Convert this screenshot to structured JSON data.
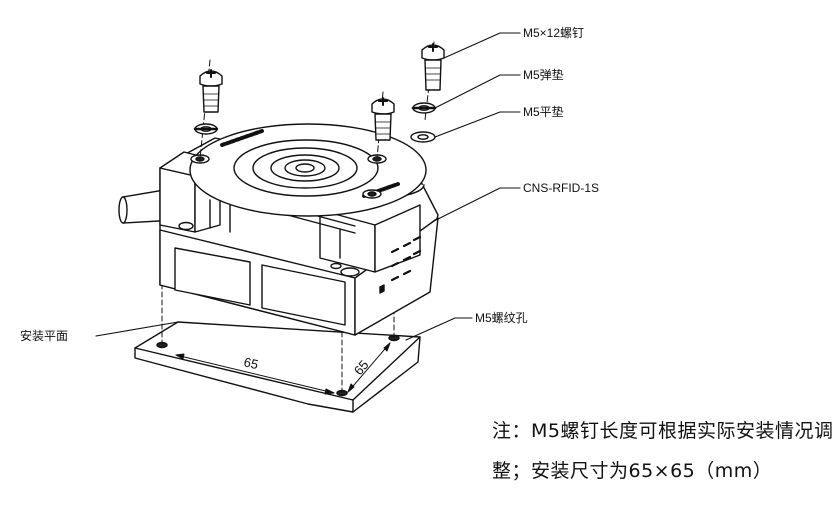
{
  "labels": {
    "screw": "M5×12螺钉",
    "spring_washer": "M5弹垫",
    "flat_washer": "M5平垫",
    "model": "CNS-RFID-1S",
    "threaded_hole": "M5螺纹孔",
    "mount_plane": "安装平面"
  },
  "dimensions": {
    "width": "65",
    "depth": "65"
  },
  "note": {
    "line1": "注：M5螺钉长度可根据实际安装情况调",
    "line2": "整；安装尺寸为65×65（mm）"
  }
}
